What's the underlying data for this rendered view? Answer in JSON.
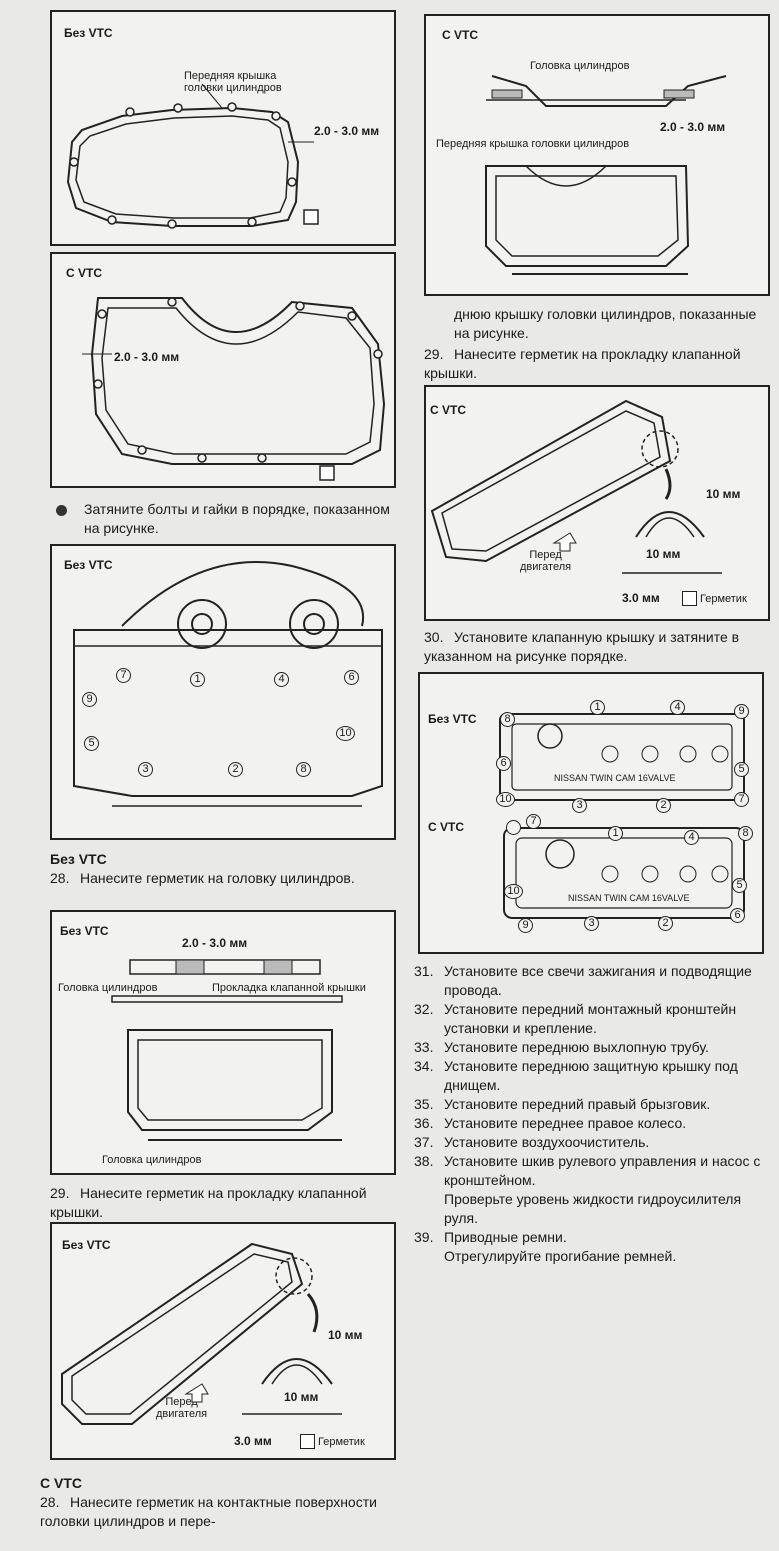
{
  "fig1": {
    "label": "Без VTC",
    "part": "Передняя крышка\nголовки цилиндров",
    "dim": "2.0 - 3.0 мм"
  },
  "fig2": {
    "label": "С VTC",
    "dim": "2.0 - 3.0 мм"
  },
  "bullet_text": "Затяните болты и гайки в порядке, показанном на рисунке.",
  "fig3": {
    "label": "Без VTC",
    "nums": [
      "1",
      "2",
      "3",
      "4",
      "5",
      "6",
      "7",
      "8",
      "9",
      "10"
    ]
  },
  "heading_no_vtc": "Без VTC",
  "step28a": {
    "num": "28.",
    "text": "Нанесите герметик на головку цилиндров."
  },
  "fig4": {
    "label": "Без VTC",
    "dim": "2.0 - 3.0 мм",
    "head": "Головка цилиндров",
    "gasket": "Прокладка клапанной крышки",
    "head2": "Головка цилиндров"
  },
  "step29a": {
    "num": "29.",
    "text": "Нанесите герметик на прокладку клапанной крышки."
  },
  "fig5": {
    "label": "Без VTC",
    "d10": "10 мм",
    "d10b": "10 мм",
    "d3": "3.0 мм",
    "front": "Перед\nдвигателя",
    "sealant": "Герметик"
  },
  "heading_vtc": "С VTC",
  "step28b": {
    "num": "28.",
    "text": "Нанесите герметик на контактные поверхности головки цилиндров и пере-"
  },
  "fig6": {
    "label": "С VTC",
    "head": "Головка цилиндров",
    "dim": "2.0 - 3.0 мм",
    "cover": "Передняя крышка головки цилиндров"
  },
  "cont_text": "днюю крышку головки цилиндров, показанные на рисунке.",
  "step29b": {
    "num": "29.",
    "text": "Нанесите герметик на прокладку клапанной крышки."
  },
  "fig7": {
    "label": "С VTC",
    "d10": "10 мм",
    "d10b": "10 мм",
    "d3": "3.0 мм",
    "front": "Перед\nдвигателя",
    "sealant": "Герметик"
  },
  "step30": {
    "num": "30.",
    "text": "Установите клапанную крышку и затяните в указанном на рисунке порядке."
  },
  "fig8": {
    "label1": "Без VTC",
    "label2": "С VTC",
    "brand": "NISSAN TWIN CAM 16VALVE"
  },
  "steps": [
    {
      "num": "31.",
      "text": "Установите все свечи зажигания и подводящие провода."
    },
    {
      "num": "32.",
      "text": "Установите передний монтажный кронштейн установки и крепление."
    },
    {
      "num": "33.",
      "text": "Установите переднюю выхлопную трубу."
    },
    {
      "num": "34.",
      "text": "Установите переднюю защитную крышку под днищем."
    },
    {
      "num": "35.",
      "text": "Установите передний правый брызговик."
    },
    {
      "num": "36.",
      "text": "Установите переднее правое колесо."
    },
    {
      "num": "37.",
      "text": "Установите воздухоочиститель."
    },
    {
      "num": "38.",
      "text": "Установите шкив рулевого управления и насос с кронштейном."
    },
    {
      "num": "",
      "text": "Проверьте уровень жидкости гидроусилителя руля."
    },
    {
      "num": "39.",
      "text": "Приводные ремни."
    },
    {
      "num": "",
      "text": "Отрегулируйте прогибание ремней."
    }
  ]
}
